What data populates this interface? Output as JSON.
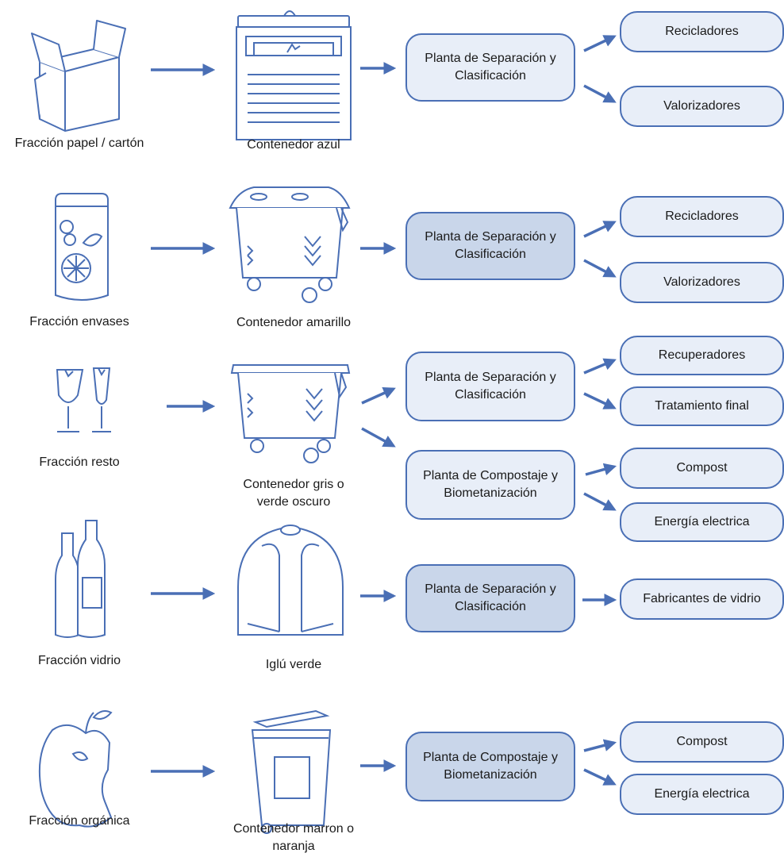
{
  "colors": {
    "stroke": "#4a6fb5",
    "box_fill": "#e8eef8",
    "box_fill_dark": "#c9d6ea",
    "text": "#1a1a1a"
  },
  "rows": [
    {
      "fraction": "Fracción papel / cartón",
      "container": "Contenedor azul",
      "plants": [
        {
          "label": "Planta de Separación y\nClasificación",
          "shade": "light",
          "outputs": [
            "Recicladores",
            "Valorizadores"
          ]
        }
      ]
    },
    {
      "fraction": "Fracción envases",
      "container": "Contenedor amarillo",
      "plants": [
        {
          "label": "Planta de Separación y\nClasificación",
          "shade": "dark",
          "outputs": [
            "Recicladores",
            "Valorizadores"
          ]
        }
      ]
    },
    {
      "fraction": "Fracción resto",
      "container": "Contenedor gris o\nverde oscuro",
      "plants": [
        {
          "label": "Planta de Separación y\nClasificación",
          "shade": "light",
          "outputs": [
            "Recuperadores",
            "Tratamiento final"
          ]
        },
        {
          "label": "Planta de Compostaje y\nBiometanización",
          "shade": "light",
          "outputs": [
            "Compost",
            "Energía electrica"
          ]
        }
      ]
    },
    {
      "fraction": "Fracción vidrio",
      "container": "Iglú verde",
      "plants": [
        {
          "label": "Planta de Separación y\nClasificación",
          "shade": "dark",
          "outputs": [
            "Fabricantes de vidrio"
          ]
        }
      ]
    },
    {
      "fraction": "Fracción orgánica",
      "container": "Contenedor marron o\nnaranja",
      "plants": [
        {
          "label": "Planta de Compostaje y\nBiometanización",
          "shade": "dark",
          "outputs": [
            "Compost",
            "Energía electrica"
          ]
        }
      ]
    }
  ]
}
